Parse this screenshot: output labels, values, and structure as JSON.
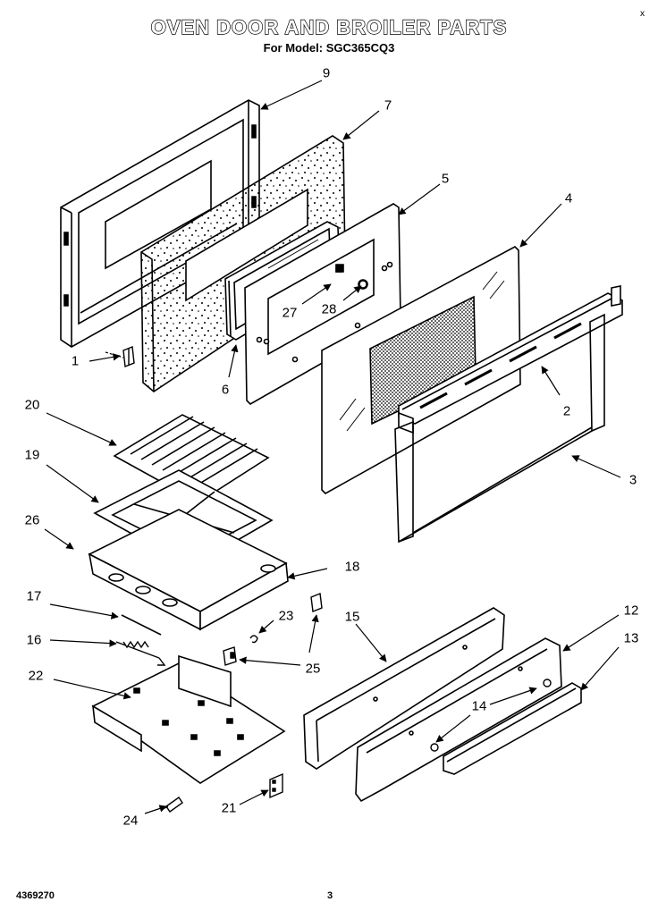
{
  "header": {
    "title": "OVEN DOOR AND BROILER PARTS",
    "model_line": "For Model: SGC365CQ3",
    "corner_mark": "x"
  },
  "footer": {
    "doc_number": "4369270",
    "page_number": "3"
  },
  "callouts": {
    "c1": "1",
    "c2": "2",
    "c3": "3",
    "c4": "4",
    "c5": "5",
    "c6": "6",
    "c7": "7",
    "c9": "9",
    "c12": "12",
    "c13": "13",
    "c14": "14",
    "c15": "15",
    "c16": "16",
    "c17": "17",
    "c18": "18",
    "c19": "19",
    "c20": "20",
    "c21": "21",
    "c22": "22",
    "c23": "23",
    "c24": "24",
    "c25": "25",
    "c26": "26",
    "c27": "27",
    "c28": "28"
  }
}
